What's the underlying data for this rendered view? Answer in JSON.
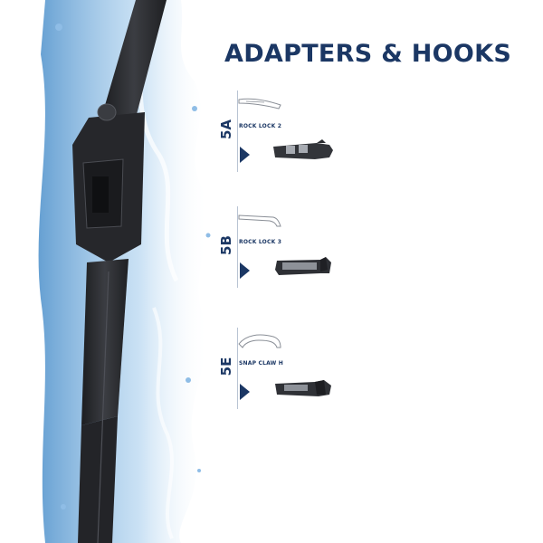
{
  "title": "ADAPTERS & HOOKS",
  "adapters": [
    {
      "code": "5A",
      "name": "ROCK LOCK 2"
    },
    {
      "code": "5B",
      "name": "ROCK LOCK 3"
    },
    {
      "code": "5E",
      "name": "SNAP CLAW H"
    }
  ],
  "colors": {
    "brand": "#1b3764",
    "blade": "#2a2c30",
    "water": "#6fa9d8"
  }
}
